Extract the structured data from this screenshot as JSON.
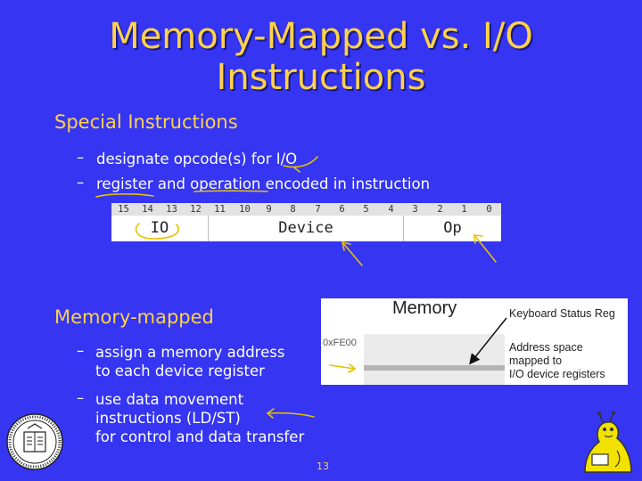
{
  "title": {
    "line1": "Memory-Mapped vs. I/O",
    "line2": "Instructions"
  },
  "section1": {
    "heading": "Special Instructions",
    "bullets": [
      "designate opcode(s) for I/O",
      "register and operation encoded in instruction"
    ]
  },
  "instruction_format": {
    "bit_numbers": [
      "15",
      "14",
      "13",
      "12",
      "11",
      "10",
      "9",
      "8",
      "7",
      "6",
      "5",
      "4",
      "3",
      "2",
      "1",
      "0"
    ],
    "fields": [
      "IO",
      "Device",
      "Op"
    ]
  },
  "section2": {
    "heading": "Memory-mapped",
    "bullets": [
      [
        "assign a memory address",
        "to each device register"
      ],
      [
        "use data movement",
        "instructions (LD/ST)",
        "for control and data transfer"
      ]
    ]
  },
  "memory_diagram": {
    "title": "Memory",
    "address": "0xFE00",
    "register_label": "Keyboard Status Reg",
    "description": [
      "Address space",
      "mapped to",
      "I/O device registers"
    ]
  },
  "page_number": "13",
  "colors": {
    "background": "#3535f2",
    "heading": "#ffd24a",
    "text": "#ffffff",
    "annotation": "#e6c300"
  },
  "icons": [
    "university-seal-icon",
    "slug-mascot-icon"
  ]
}
